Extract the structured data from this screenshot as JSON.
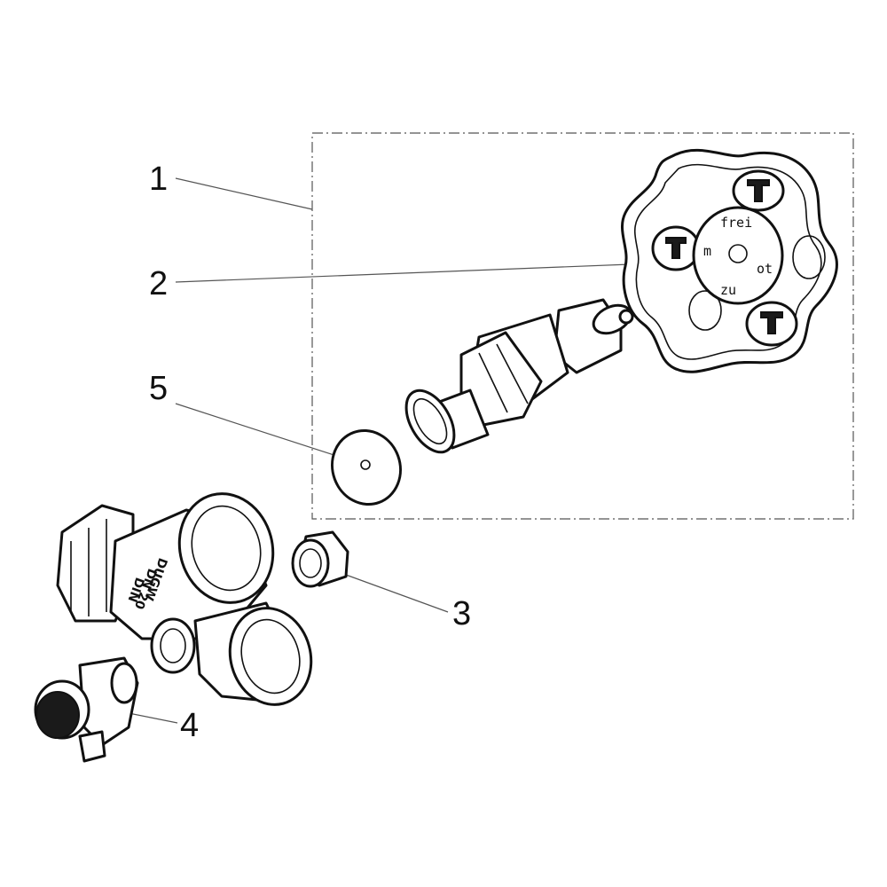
{
  "callouts": {
    "c1": "1",
    "c2": "2",
    "c3": "3",
    "c4": "4",
    "c5": "5"
  },
  "handwheel": {
    "ring_text_top": "frei",
    "ring_text_left": "m",
    "ring_text_bottom": "zu",
    "ring_text_right": "ot"
  },
  "valve_body": {
    "marking_1": "DUGW",
    "marking_2": "DN 20",
    "marking_3": "DIN"
  },
  "colors": {
    "line": "#111111",
    "leader": "#555555",
    "fill": "#ffffff"
  }
}
